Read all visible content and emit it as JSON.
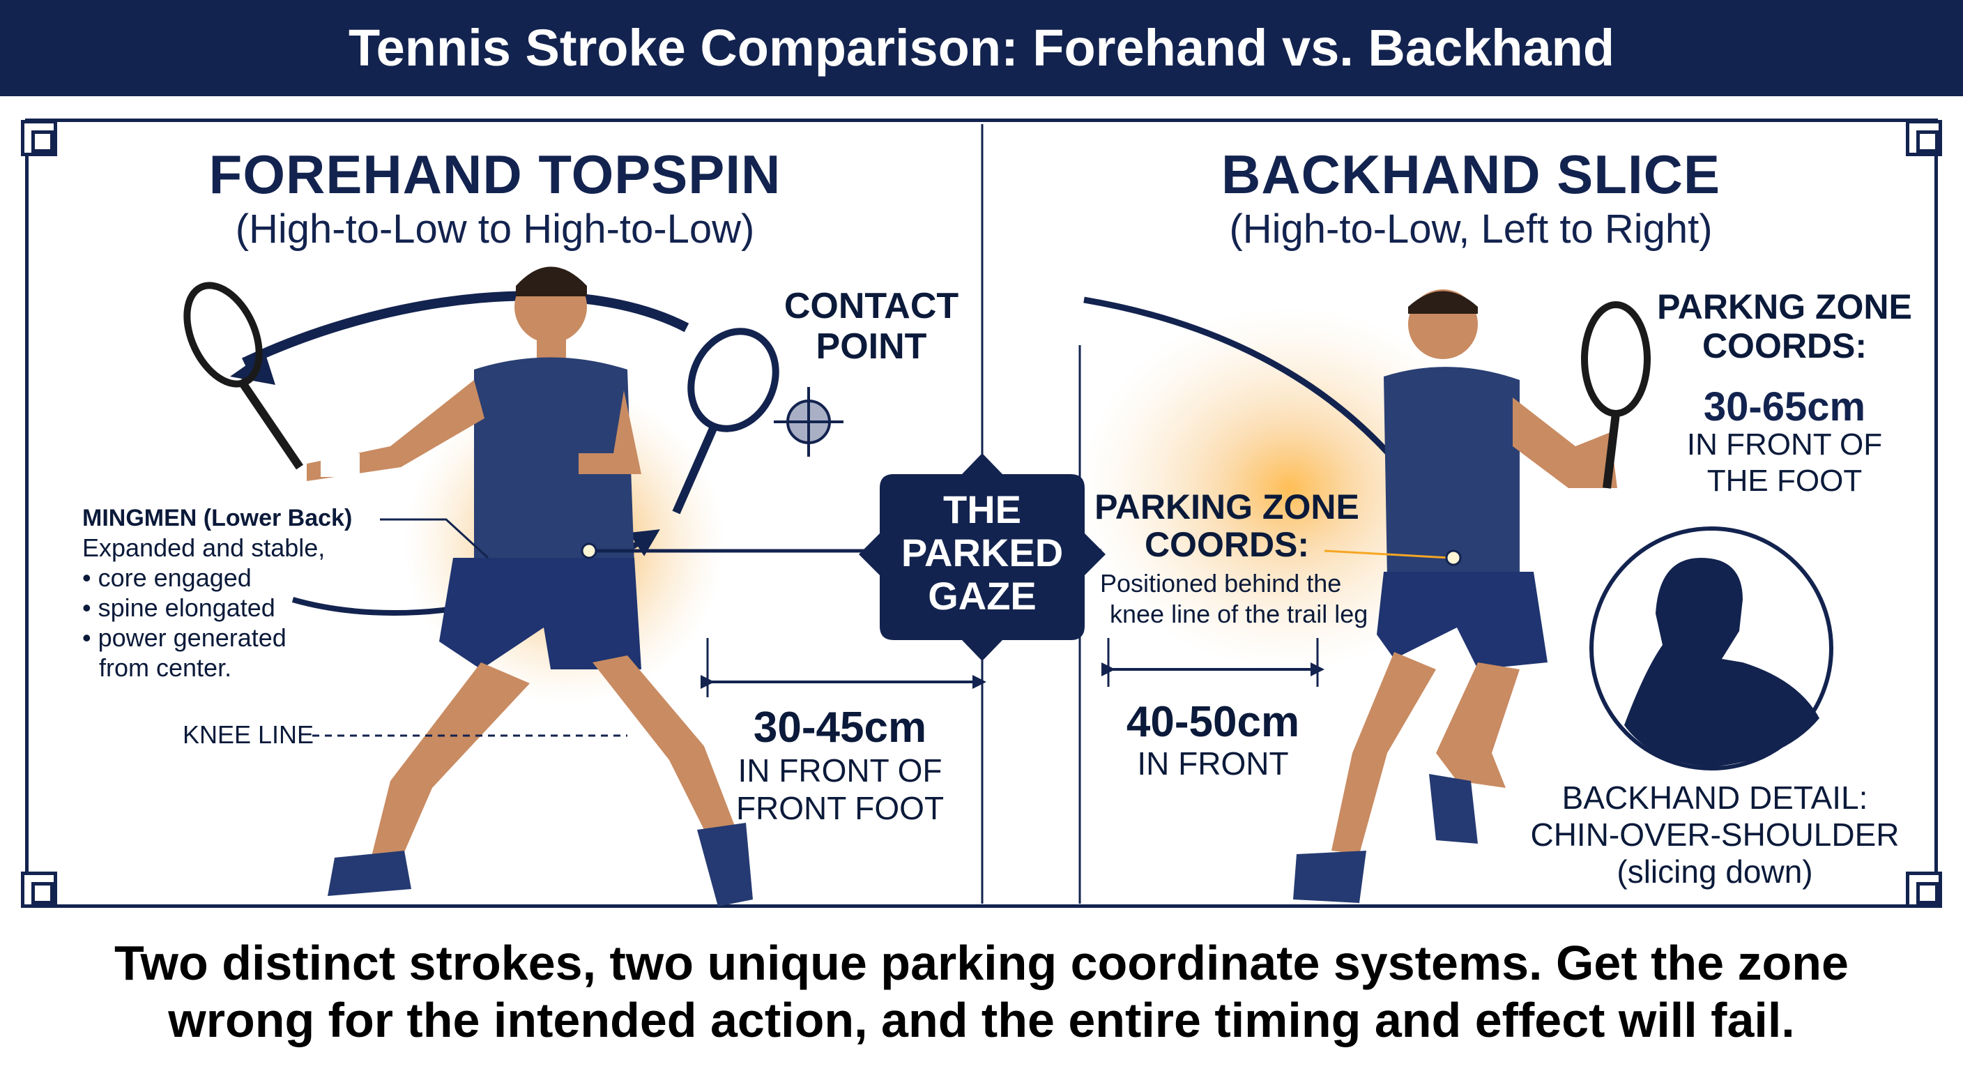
{
  "header": {
    "title": "Tennis Stroke Comparison: Forehand vs. Backhand"
  },
  "forehand": {
    "title": "FOREHAND TOPSPIN",
    "subtitle": "(High-to-Low to High-to-Low)",
    "contact_label_1": "CONTACT",
    "contact_label_2": "POINT",
    "mingmen_title": "MINGMEN (Lower Back)",
    "mingmen_lines": [
      "Expanded and stable,",
      "• core engaged",
      "• spine elongated",
      "• power generated",
      "from center."
    ],
    "knee_line": "KNEE LINE",
    "measure_value": "30-45cm",
    "measure_desc_1": "IN FRONT OF",
    "measure_desc_2": "FRONT FOOT"
  },
  "center": {
    "gaze_lines": [
      "THE",
      "PARKED",
      "GAZE"
    ]
  },
  "backhand": {
    "title": "BACKHAND SLICE",
    "subtitle": "(High-to-Low, Left to Right)",
    "zone_title_1": "PARKING ZONE",
    "zone_title_2": "COORDS:",
    "zone_desc_1": "Positioned behind the",
    "zone_desc_2": "knee line of the trail leg",
    "measure_value": "40-50cm",
    "measure_desc": "IN FRONT",
    "right_zone_1": "PARKNG ZONE",
    "right_zone_2": "COORDS:",
    "right_value": "30-65cm",
    "right_desc_1": "IN FRONT OF",
    "right_desc_2": "THE FOOT",
    "detail_1": "BACKHAND DETAIL:",
    "detail_2": "CHIN-OVER-SHOULDER",
    "detail_3": "(slicing down)"
  },
  "footer": {
    "line1": "Two distinct strokes, two unique parking coordinate systems. Get the zone",
    "line2": "wrong for the intended action, and the entire timing and effect will fail."
  },
  "colors": {
    "navy": "#13234f",
    "accent_glow": "#f5a623",
    "skin": "#c98b62"
  }
}
